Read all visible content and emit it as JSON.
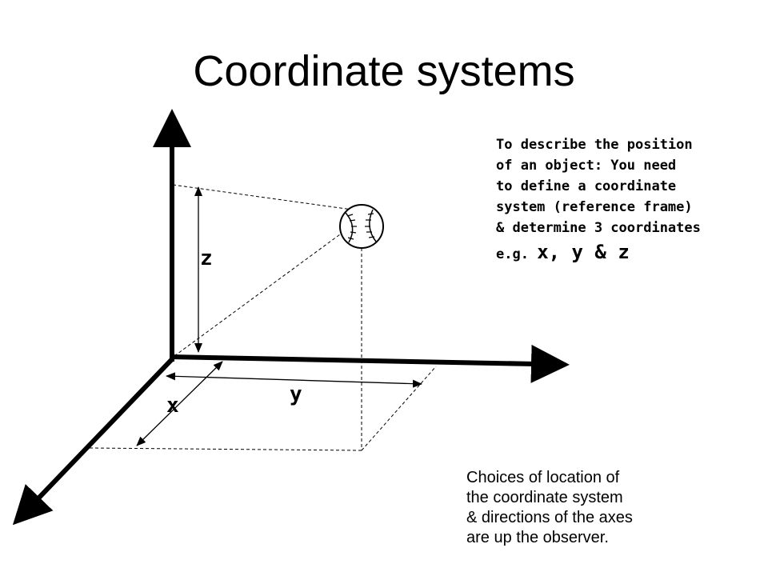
{
  "title": "Coordinate systems",
  "axis_labels": {
    "z": "z",
    "y": "y",
    "x": "x"
  },
  "note_top": {
    "lines": [
      "To describe the position",
      "of an object: You need",
      "to define a coordinate",
      "system (reference frame)",
      "& determine 3 coordinates"
    ],
    "example_prefix": "e.g. ",
    "example_coords": "x, y & z"
  },
  "note_bottom": {
    "lines": [
      "Choices of location of",
      "the coordinate system",
      "& directions of the axes",
      "are up the observer."
    ]
  },
  "icons": [
    "baseball-icon",
    "arrowhead-icon"
  ],
  "colors": {
    "ink": "#000000",
    "background": "#ffffff"
  }
}
